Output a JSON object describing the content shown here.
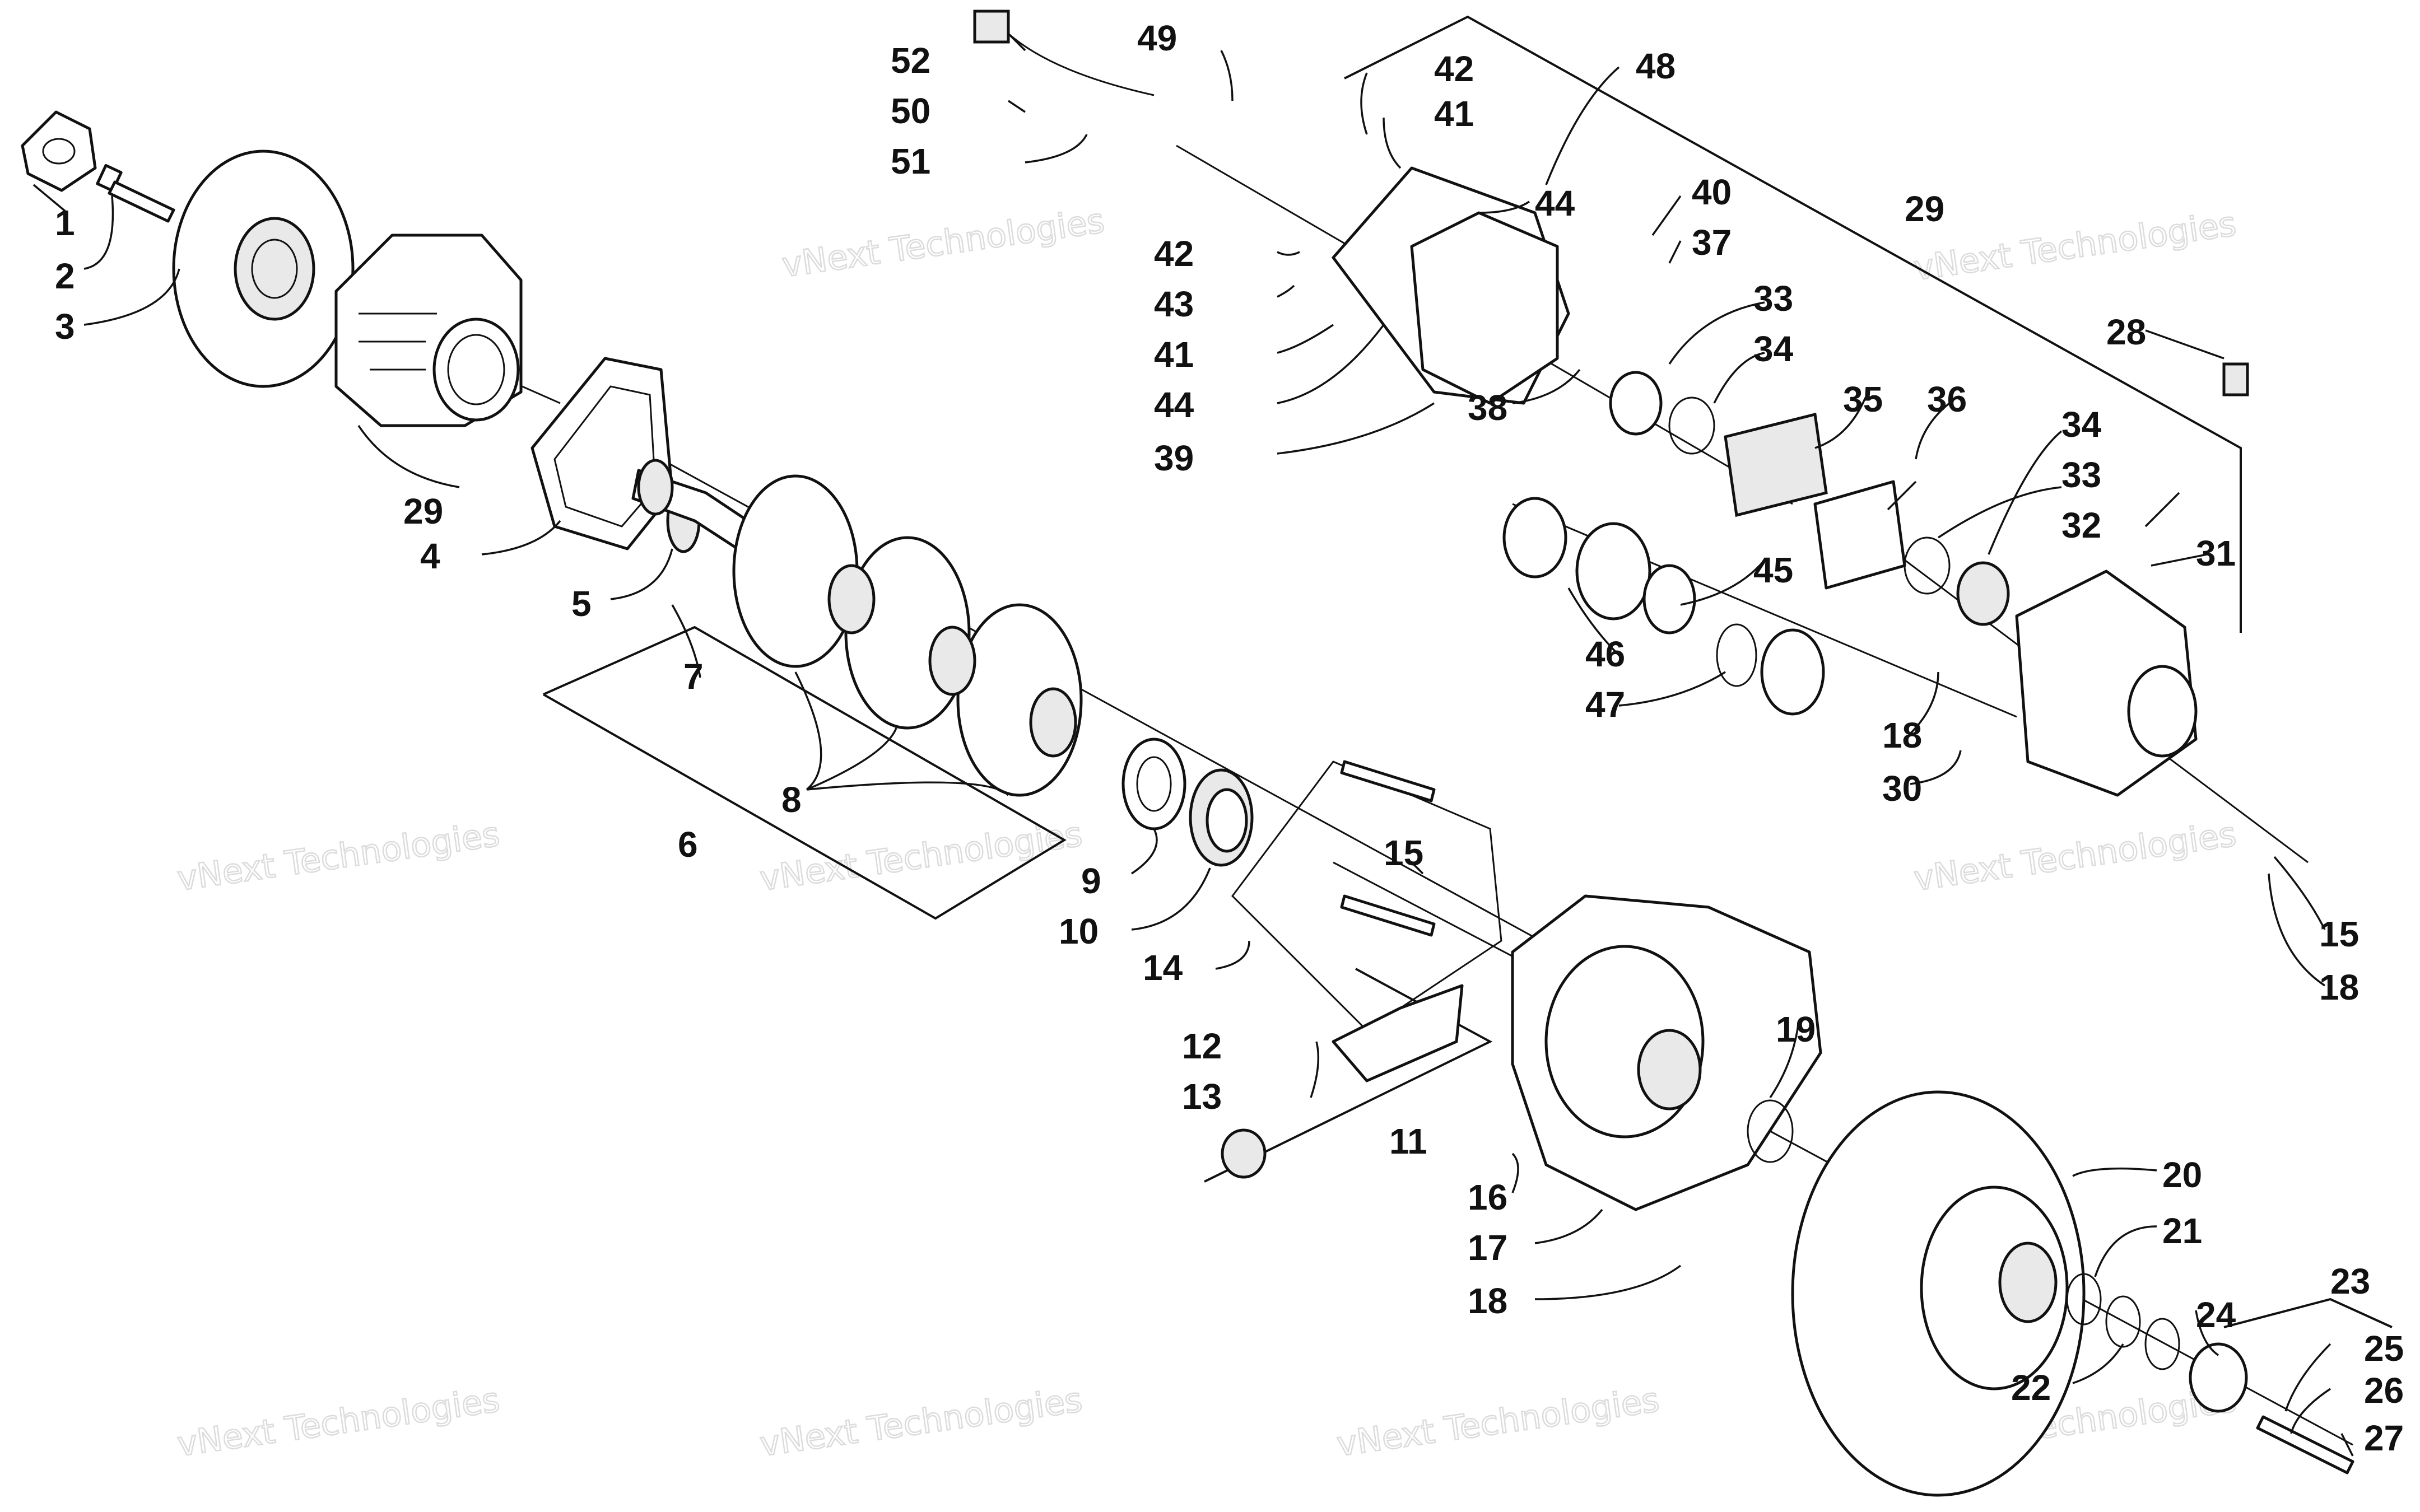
{
  "watermark": {
    "small": "vNext Technologies",
    "big": "vNext\nTechnologies"
  },
  "callouts": [
    {
      "id": "1",
      "text": "1"
    },
    {
      "id": "2",
      "text": "2"
    },
    {
      "id": "3",
      "text": "3"
    },
    {
      "id": "4",
      "text": "4"
    },
    {
      "id": "5",
      "text": "5"
    },
    {
      "id": "6",
      "text": "6"
    },
    {
      "id": "7",
      "text": "7"
    },
    {
      "id": "8",
      "text": "8"
    },
    {
      "id": "9",
      "text": "9"
    },
    {
      "id": "10",
      "text": "10"
    },
    {
      "id": "11",
      "text": "11"
    },
    {
      "id": "12",
      "text": "12"
    },
    {
      "id": "13",
      "text": "13"
    },
    {
      "id": "14",
      "text": "14"
    },
    {
      "id": "15a",
      "text": "15"
    },
    {
      "id": "15b",
      "text": "15"
    },
    {
      "id": "16",
      "text": "16"
    },
    {
      "id": "17",
      "text": "17"
    },
    {
      "id": "18a",
      "text": "18"
    },
    {
      "id": "18b",
      "text": "18"
    },
    {
      "id": "18c",
      "text": "18"
    },
    {
      "id": "19",
      "text": "19"
    },
    {
      "id": "20",
      "text": "20"
    },
    {
      "id": "21",
      "text": "21"
    },
    {
      "id": "22",
      "text": "22"
    },
    {
      "id": "23",
      "text": "23"
    },
    {
      "id": "24",
      "text": "24"
    },
    {
      "id": "25",
      "text": "25"
    },
    {
      "id": "26",
      "text": "26"
    },
    {
      "id": "27",
      "text": "27"
    },
    {
      "id": "28",
      "text": "28"
    },
    {
      "id": "29a",
      "text": "29"
    },
    {
      "id": "29b",
      "text": "29"
    },
    {
      "id": "30",
      "text": "30"
    },
    {
      "id": "31",
      "text": "31"
    },
    {
      "id": "32",
      "text": "32"
    },
    {
      "id": "33a",
      "text": "33"
    },
    {
      "id": "33b",
      "text": "33"
    },
    {
      "id": "34a",
      "text": "34"
    },
    {
      "id": "34b",
      "text": "34"
    },
    {
      "id": "35",
      "text": "35"
    },
    {
      "id": "36",
      "text": "36"
    },
    {
      "id": "37",
      "text": "37"
    },
    {
      "id": "38",
      "text": "38"
    },
    {
      "id": "39",
      "text": "39"
    },
    {
      "id": "40",
      "text": "40"
    },
    {
      "id": "41a",
      "text": "41"
    },
    {
      "id": "41b",
      "text": "41"
    },
    {
      "id": "42a",
      "text": "42"
    },
    {
      "id": "42b",
      "text": "42"
    },
    {
      "id": "43",
      "text": "43"
    },
    {
      "id": "44a",
      "text": "44"
    },
    {
      "id": "44b",
      "text": "44"
    },
    {
      "id": "45",
      "text": "45"
    },
    {
      "id": "46",
      "text": "46"
    },
    {
      "id": "47",
      "text": "47"
    },
    {
      "id": "48",
      "text": "48"
    },
    {
      "id": "49",
      "text": "49"
    },
    {
      "id": "50",
      "text": "50"
    },
    {
      "id": "51",
      "text": "51"
    },
    {
      "id": "52",
      "text": "52"
    }
  ]
}
